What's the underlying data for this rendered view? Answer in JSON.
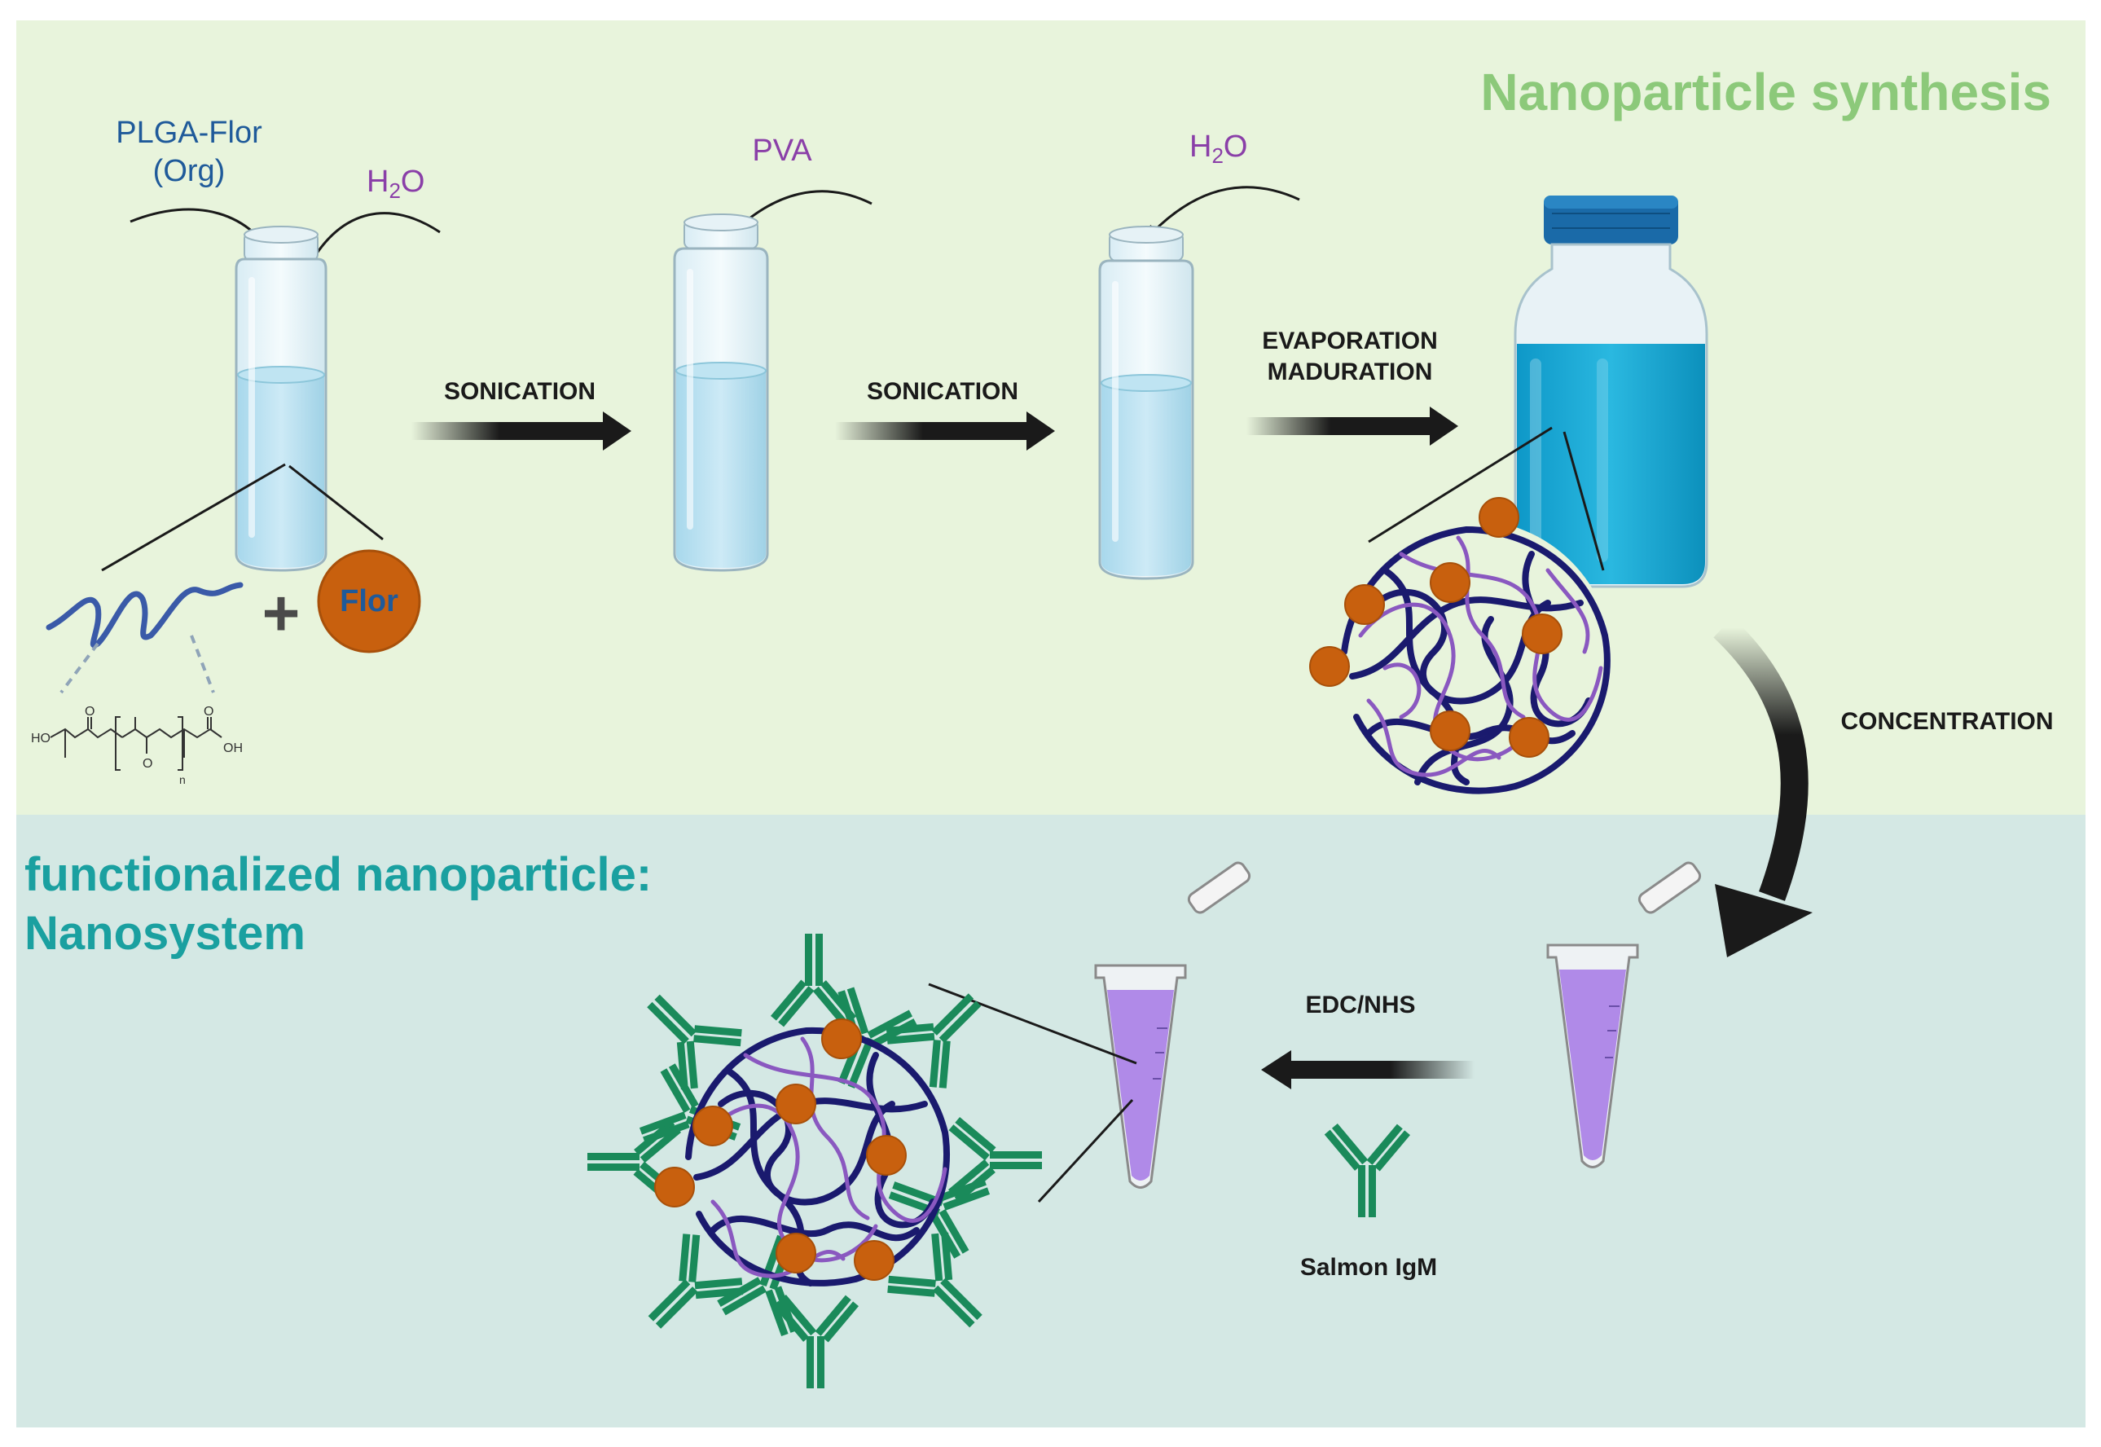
{
  "sections": {
    "synthesis_title": "Nanoparticle synthesis",
    "functionalized_title_line1": "functionalized nanoparticle:",
    "functionalized_title_line2": "Nanosystem"
  },
  "reagents": {
    "plga_line1": "PLGA-Flor",
    "plga_line2": "(Org)",
    "water1_main": "H",
    "water1_sub": "2",
    "water1_end": "O",
    "pva": "PVA",
    "water2_main": "H",
    "water2_sub": "2",
    "water2_end": "O",
    "flor": "Flor",
    "plus": "+",
    "salmon_igm": "Salmon IgM"
  },
  "steps": {
    "sonication1": "SONICATION",
    "sonication2": "SONICATION",
    "evaporation_line1": "EVAPORATION",
    "evaporation_line2": "MADURATION",
    "concentration": "CONCENTRATION",
    "edc_nhs": "EDC/NHS"
  },
  "chemistry": {
    "ho": "HO",
    "oh": "OH",
    "o1": "O",
    "o2": "O",
    "o3": "O",
    "n": "n"
  },
  "colors": {
    "synthesis_bg": "#e8f4dc",
    "functional_bg": "#d4e8e4",
    "synthesis_title": "#8cc97a",
    "functional_title": "#1aa0a0",
    "plga_text": "#1f5a9a",
    "water_text": "#8a3fa8",
    "arrow": "#1a1a1a",
    "flor_orange": "#c8600e",
    "antibody_green": "#1a8a5a",
    "polymer_dark": "#1a1a6e",
    "polymer_light": "#8a58c0",
    "bottle_cap": "#1a6aa8",
    "bottle_liquid": "#1aa8d4",
    "tube_liquid": "#b08ae8"
  }
}
